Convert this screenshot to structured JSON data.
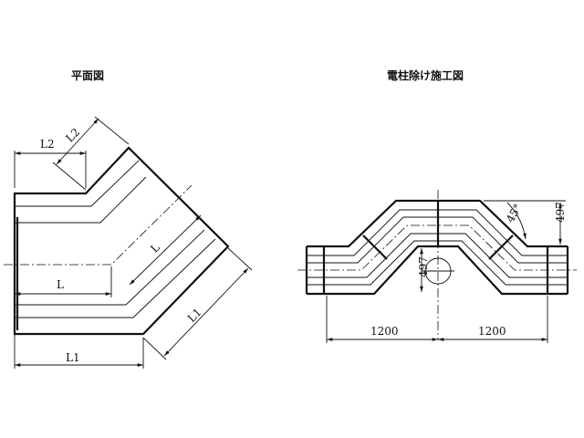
{
  "plan_view": {
    "title": "平面図",
    "labels": {
      "l2_horizontal": "L2",
      "l2_diagonal": "L2",
      "l_horizontal": "L",
      "l_diagonal": "L",
      "l1_horizontal": "L1",
      "l1_diagonal": "L1"
    }
  },
  "pole_view": {
    "title": "電柱除け施工図",
    "labels": {
      "width_left": "1200",
      "width_right": "1200",
      "height_left": "497",
      "height_right": "497",
      "angle": "45°"
    }
  }
}
